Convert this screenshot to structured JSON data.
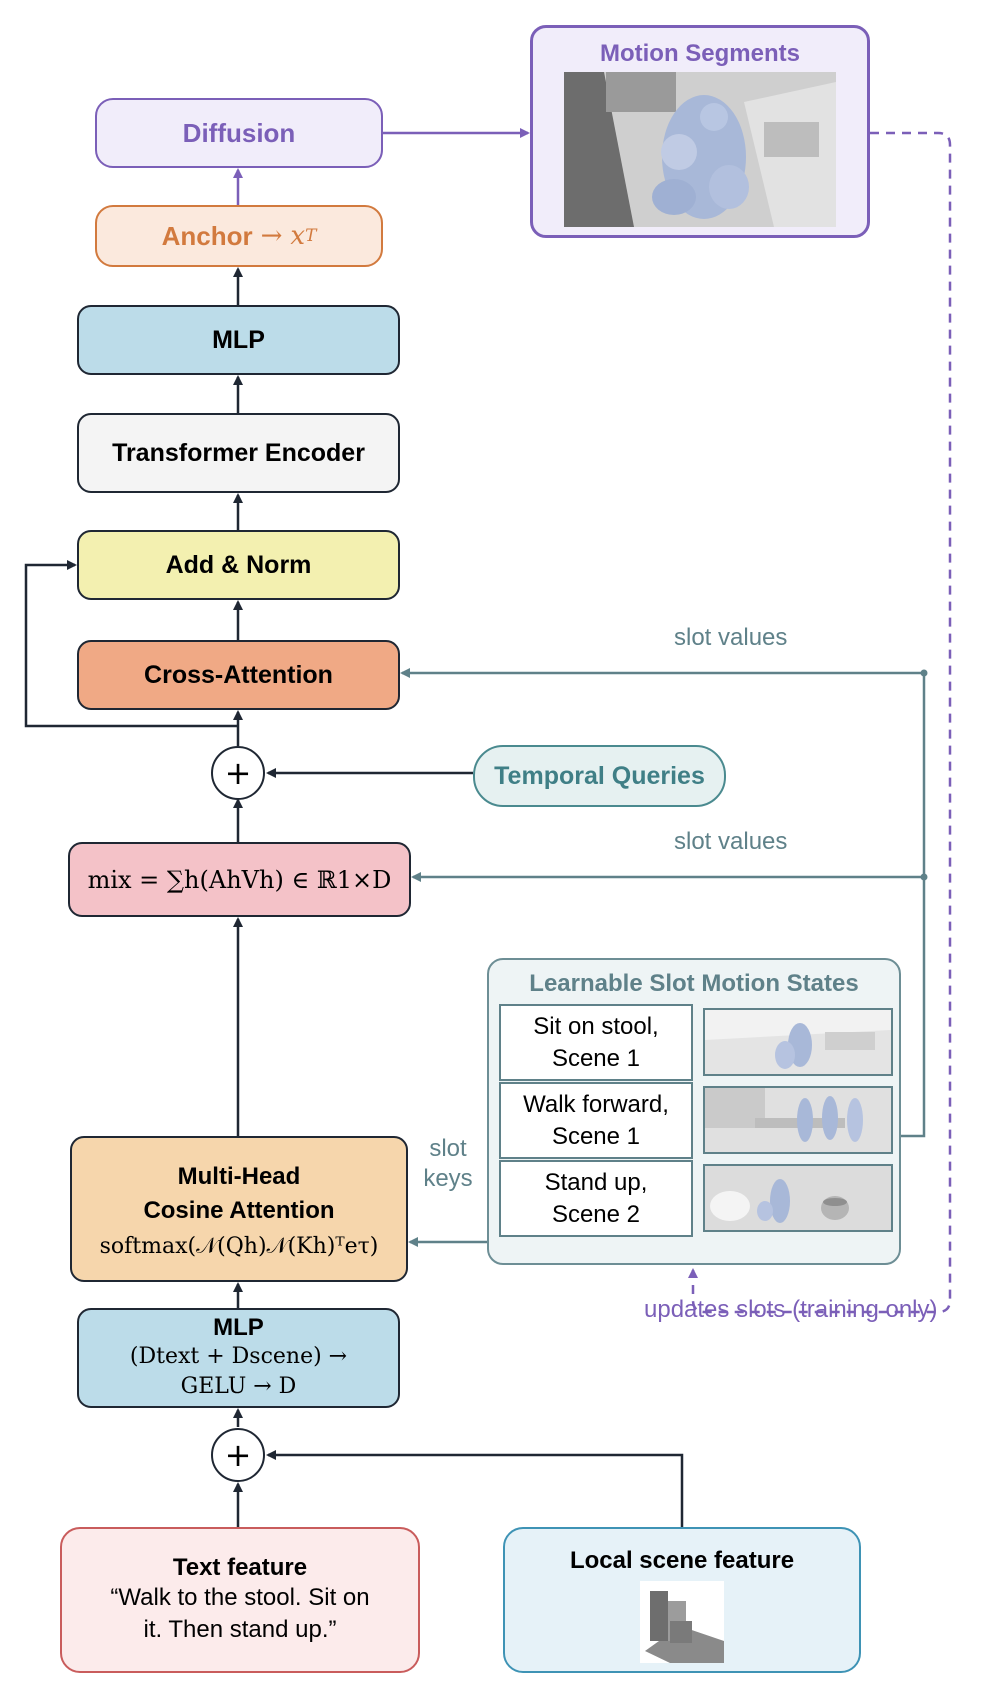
{
  "motion_segments": {
    "title": "Motion Segments"
  },
  "diffusion": {
    "label": "Diffusion"
  },
  "anchor": {
    "label": "Anchor",
    "arrow": "→",
    "var": "x",
    "sub": "T"
  },
  "mlp_top": {
    "label": "MLP"
  },
  "transformer": {
    "label": "Transformer Encoder"
  },
  "add_norm": {
    "label": "Add & Norm"
  },
  "cross_attention": {
    "label": "Cross-Attention"
  },
  "temporal_queries": {
    "label": "Temporal Queries"
  },
  "plus_symbol": "+",
  "mix": {
    "text": "mix = ∑h(AhVh) ∈ ℝ1×D"
  },
  "mhca": {
    "line1": "Multi-Head",
    "line2": "Cosine Attention",
    "formula": "softmax(𝒩(Qh)𝒩(Kh)ᵀeτ)"
  },
  "mlp_bottom": {
    "label": "MLP",
    "formula1": "(Dtext + Dscene) →",
    "formula2": "GELU → D"
  },
  "text_feature": {
    "title": "Text feature",
    "quote": "“Walk to the stool. Sit on it. Then stand up.”"
  },
  "local_scene": {
    "title": "Local scene feature"
  },
  "slots": {
    "title": "Learnable Slot Motion States",
    "rows": [
      {
        "line1": "Sit on stool,",
        "line2": "Scene 1"
      },
      {
        "line1": "Walk forward,",
        "line2": "Scene 1"
      },
      {
        "line1": "Stand up,",
        "line2": "Scene 2"
      }
    ]
  },
  "labels": {
    "slot_values_top": "slot values",
    "slot_values_mid": "slot values",
    "slot_keys_1": "slot",
    "slot_keys_2": "keys",
    "updates": "updates slots (training only)"
  },
  "colors": {
    "purple": "#7b5fb8",
    "teal": "#5f8189",
    "dark": "#1f2733",
    "orange": "#d27a3e"
  }
}
